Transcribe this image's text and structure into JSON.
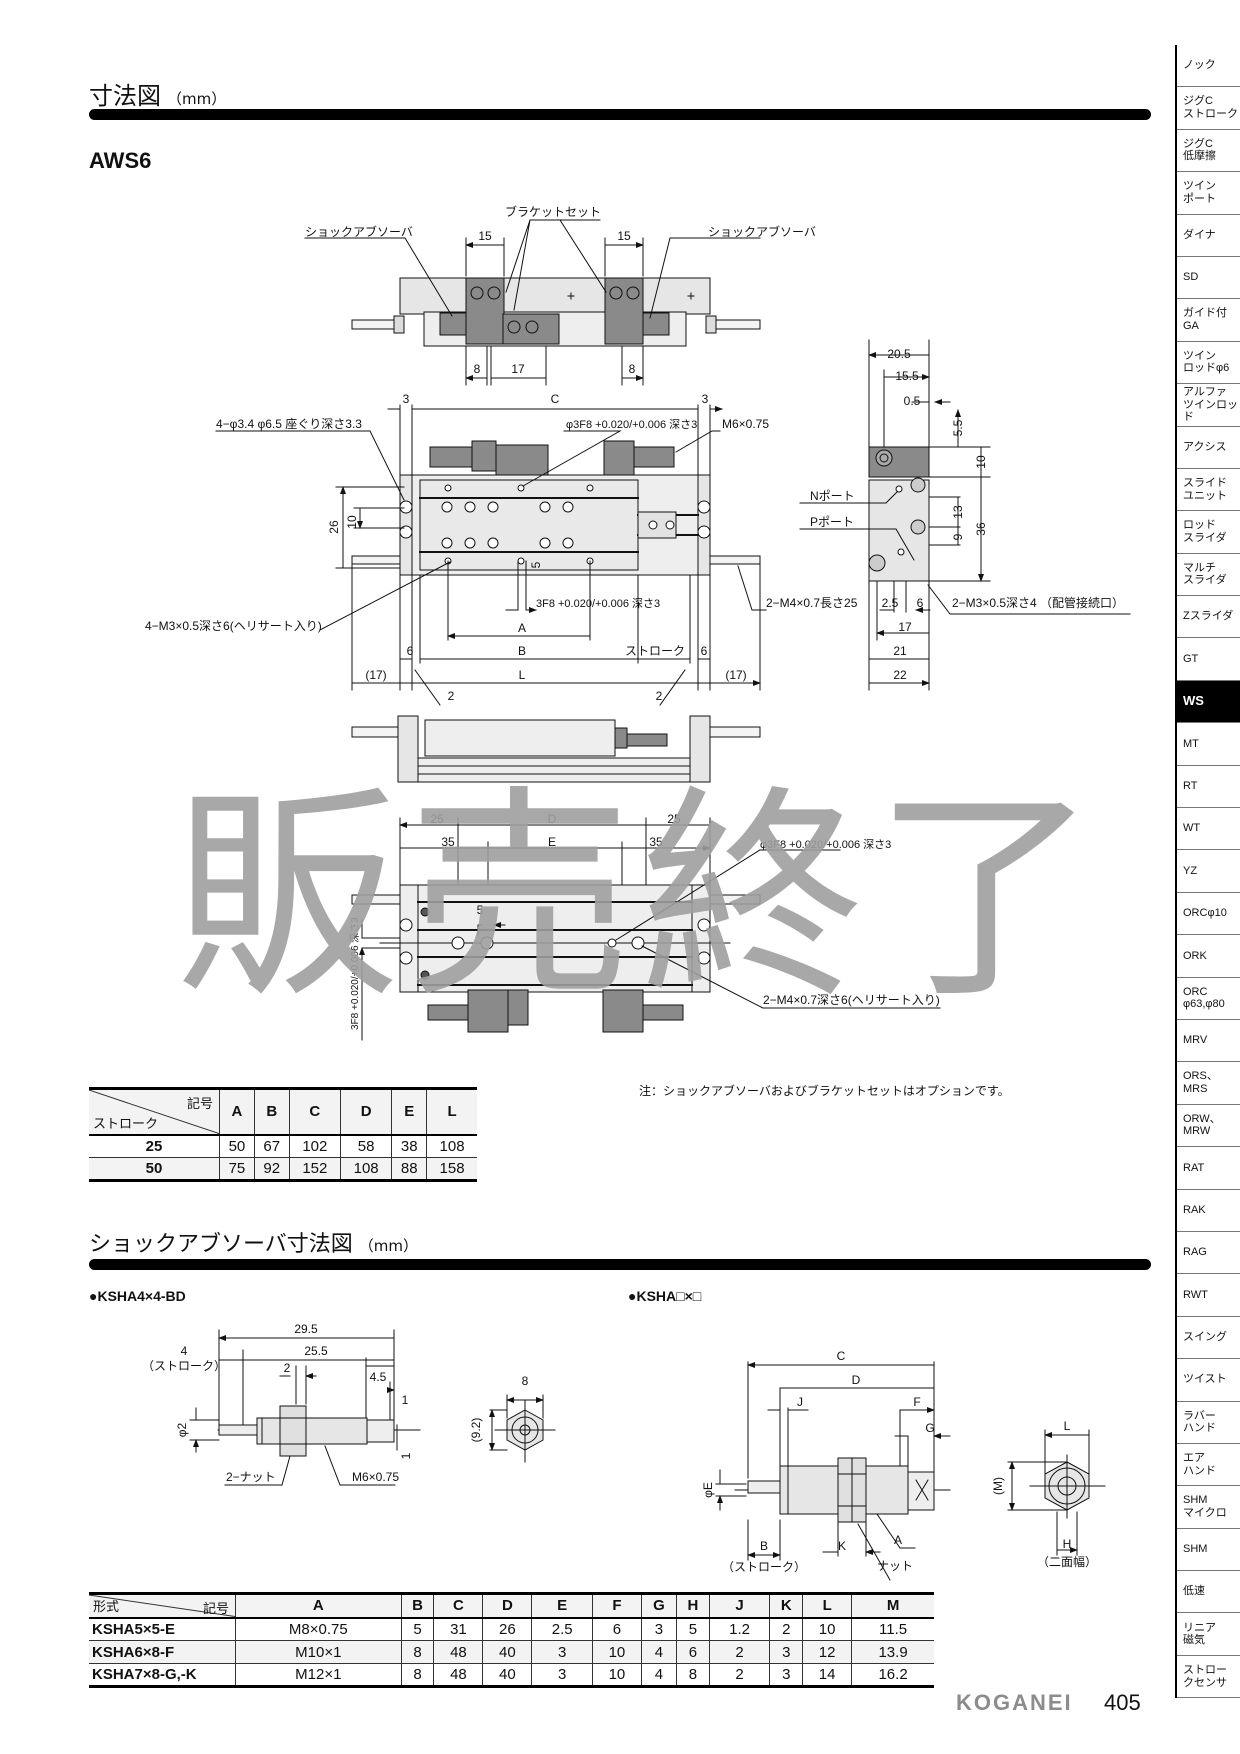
{
  "section1": {
    "title": "寸法図",
    "unit": "（mm）",
    "model": "AWS6"
  },
  "aws6_labels": {
    "bracket_set": "ブラケットセット",
    "shock_absorber_left": "ショックアブソーバ",
    "shock_absorber_right": "ショックアブソーバ",
    "dim_15a": "15",
    "dim_15b": "15",
    "dim_8a": "8",
    "dim_17": "17",
    "dim_8b": "8",
    "dim_3a": "3",
    "dim_C": "C",
    "dim_3b": "3",
    "hole_4": "4−φ3.4 φ6.5 座ぐり深さ3.3",
    "pin_hole": "φ3F8 +0.020/+0.006 深さ3",
    "thread_m6": "M6×0.75",
    "dim_26": "26",
    "dim_10": "10",
    "dim_5": "5",
    "slot_3f8": "3F8 +0.020/+0.006 深さ3",
    "tap_4m3": "4−M3×0.5深さ6(ヘリサート入り)",
    "rod_2m4": "2−M4×0.7長さ25",
    "dim_A": "A",
    "dim_B": "B",
    "stroke": "ストローク",
    "dim_6a": "6",
    "dim_6b": "6",
    "dim_L": "L",
    "dim_17a": "(17)",
    "dim_17b": "(17)",
    "mark_2a": "2",
    "mark_2b": "2",
    "side_20_5": "20.5",
    "side_15_5": "15.5",
    "side_0_5": "0.5",
    "side_5_5": "5.5",
    "side_10": "10",
    "side_13": "13",
    "side_9": "9",
    "side_36": "36",
    "n_port": "Nポート",
    "p_port": "Pポート",
    "side_2_5": "2.5",
    "side_6": "6",
    "side_17": "17",
    "side_21": "21",
    "side_22": "22",
    "pipe_port": "2−M3×0.5深さ4 （配管接続口）",
    "bot_25a": "25",
    "bot_D": "D",
    "bot_25b": "25",
    "bot_35a": "35",
    "bot_E": "E",
    "bot_35b": "35",
    "bot_5": "5",
    "bot_pin": "φ3F8 +0.020/+0.006 深さ3",
    "bot_tap": "2−M4×0.7深さ6(ヘリサート入り)",
    "bot_slot": "3F8 +0.020/+0.006 深さ3"
  },
  "watermark": "販売終了",
  "table1": {
    "corner_top": "記号",
    "corner_bottom": "ストローク",
    "columns": [
      "A",
      "B",
      "C",
      "D",
      "E",
      "L"
    ],
    "rows": [
      {
        "key": "25",
        "values": [
          "50",
          "67",
          "102",
          "58",
          "38",
          "108"
        ]
      },
      {
        "key": "50",
        "values": [
          "75",
          "92",
          "152",
          "108",
          "88",
          "158"
        ]
      }
    ]
  },
  "note": "注：ショックアブソーバおよびブラケットセットはオプションです。",
  "section2": {
    "title": "ショックアブソーバ寸法図",
    "unit": "（mm）"
  },
  "ksha4": {
    "title": "●KSHA4×4-BD",
    "dim_29_5": "29.5",
    "dim_25_5": "25.5",
    "dim_4": "4",
    "stroke": "（ストローク）",
    "dim_2": "2",
    "dim_4_5": "4.5",
    "dim_1a": "1",
    "dim_1b": "1",
    "dia_2": "φ2",
    "nut": "2−ナット",
    "thread": "M6×0.75",
    "dim_8": "8",
    "dim_9_2": "(9.2)"
  },
  "ksha": {
    "title": "●KSHA□×□",
    "C": "C",
    "D": "D",
    "J": "J",
    "F": "F",
    "G": "G",
    "E": "φE",
    "B": "B",
    "stroke": "（ストローク）",
    "K": "K",
    "A": "A",
    "nut": "ナット",
    "L": "L",
    "M": "(M)",
    "H": "H",
    "across": "（二面幅）"
  },
  "table2": {
    "corner_top": "記号",
    "corner_bottom": "形式",
    "columns": [
      "A",
      "B",
      "C",
      "D",
      "E",
      "F",
      "G",
      "H",
      "J",
      "K",
      "L",
      "M"
    ],
    "rows": [
      {
        "key": "KSHA5×5-E",
        "values": [
          "M8×0.75",
          "5",
          "31",
          "26",
          "2.5",
          "6",
          "3",
          "5",
          "1.2",
          "2",
          "10",
          "11.5"
        ]
      },
      {
        "key": "KSHA6×8-F",
        "values": [
          "M10×1",
          "8",
          "48",
          "40",
          "3",
          "10",
          "4",
          "6",
          "2",
          "3",
          "12",
          "13.9"
        ]
      },
      {
        "key": "KSHA7×8-G,-K",
        "values": [
          "M12×1",
          "8",
          "48",
          "40",
          "3",
          "10",
          "4",
          "8",
          "2",
          "3",
          "14",
          "16.2"
        ]
      }
    ]
  },
  "footer": {
    "brand": "KOGANEI",
    "page": "405"
  },
  "sidebar": {
    "active_index": 15,
    "items": [
      "ノック",
      "ジグC\nストローク",
      "ジグC\n低摩擦",
      "ツイン\nポート",
      "ダイナ",
      "SD",
      "ガイド付\nGA",
      "ツイン\nロッドφ6",
      "アルファ\nツインロッド",
      "アクシス",
      "スライド\nユニット",
      "ロッド\nスライダ",
      "マルチ\nスライダ",
      "Zスライダ",
      "GT",
      "WS",
      "MT",
      "RT",
      "WT",
      "YZ",
      "ORCφ10",
      "ORK",
      "ORC\nφ63,φ80",
      "MRV",
      "ORS、\nMRS",
      "ORW、\nMRW",
      "RAT",
      "RAK",
      "RAG",
      "RWT",
      "スイング",
      "ツイスト",
      "ラバー\nハンド",
      "エア\nハンド",
      "SHM\nマイクロ",
      "SHM",
      "低速",
      "リニア\n磁気",
      "ストロー\nクセンサ"
    ]
  },
  "colors": {
    "ink": "#111111",
    "part_dark": "#8a8a8a",
    "part_light": "#e6e6e6",
    "watermark": "#9e9e9e",
    "brand": "#8c8c8c"
  }
}
